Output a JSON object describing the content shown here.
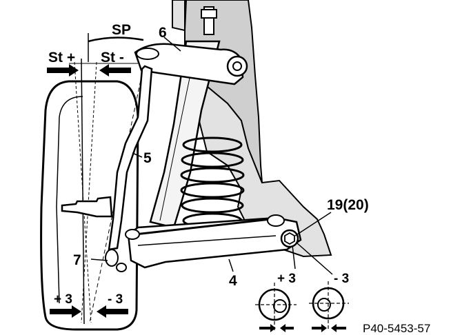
{
  "labels": {
    "sp": "SP",
    "st_plus": "St +",
    "st_minus": "St -",
    "part_6": "6",
    "part_5": "5",
    "part_7": "7",
    "part_4": "4",
    "part_19_20": "19(20)",
    "plus_3_bottom": "+ 3",
    "minus_3_bottom": "- 3",
    "plus_3_right": "+ 3",
    "minus_3_right": "- 3",
    "figure_code": "P40-5453-57"
  },
  "colors": {
    "ink": "#000000",
    "paper": "#ffffff",
    "body_fill": "#d9d9d9"
  }
}
